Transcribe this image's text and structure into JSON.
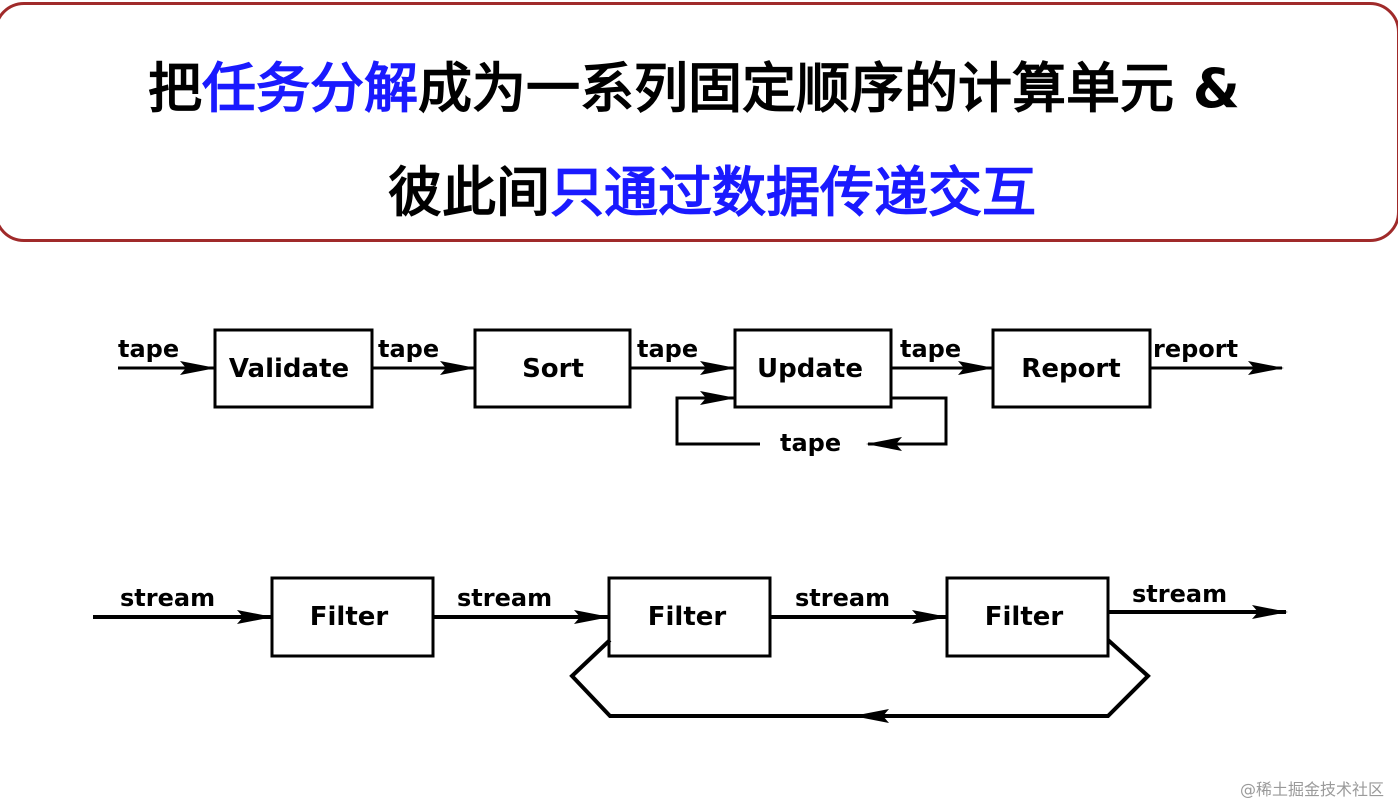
{
  "title": {
    "line1": {
      "pre": "把",
      "highlight": "任务分解",
      "post": "成为一系列固定顺序的计算单元 &"
    },
    "line2": {
      "pre": "彼此间",
      "highlight": "只通过数据传递交互"
    },
    "highlight_color": "#1a1aff"
  },
  "batch_pipeline": {
    "input_label": "tape",
    "stages": [
      {
        "label": "Validate"
      },
      {
        "label": "Sort"
      },
      {
        "label": "Update"
      },
      {
        "label": "Report"
      }
    ],
    "edge_labels": [
      "tape",
      "tape",
      "tape"
    ],
    "feedback_label": "tape",
    "output_label": "report"
  },
  "stream_pipeline": {
    "input_label": "stream",
    "stages": [
      {
        "label": "Filter"
      },
      {
        "label": "Filter"
      },
      {
        "label": "Filter"
      }
    ],
    "edge_labels": [
      "stream",
      "stream"
    ],
    "output_label": "stream"
  },
  "border_color": "#a02a2a",
  "watermark": "@稀土掘金技术社区"
}
